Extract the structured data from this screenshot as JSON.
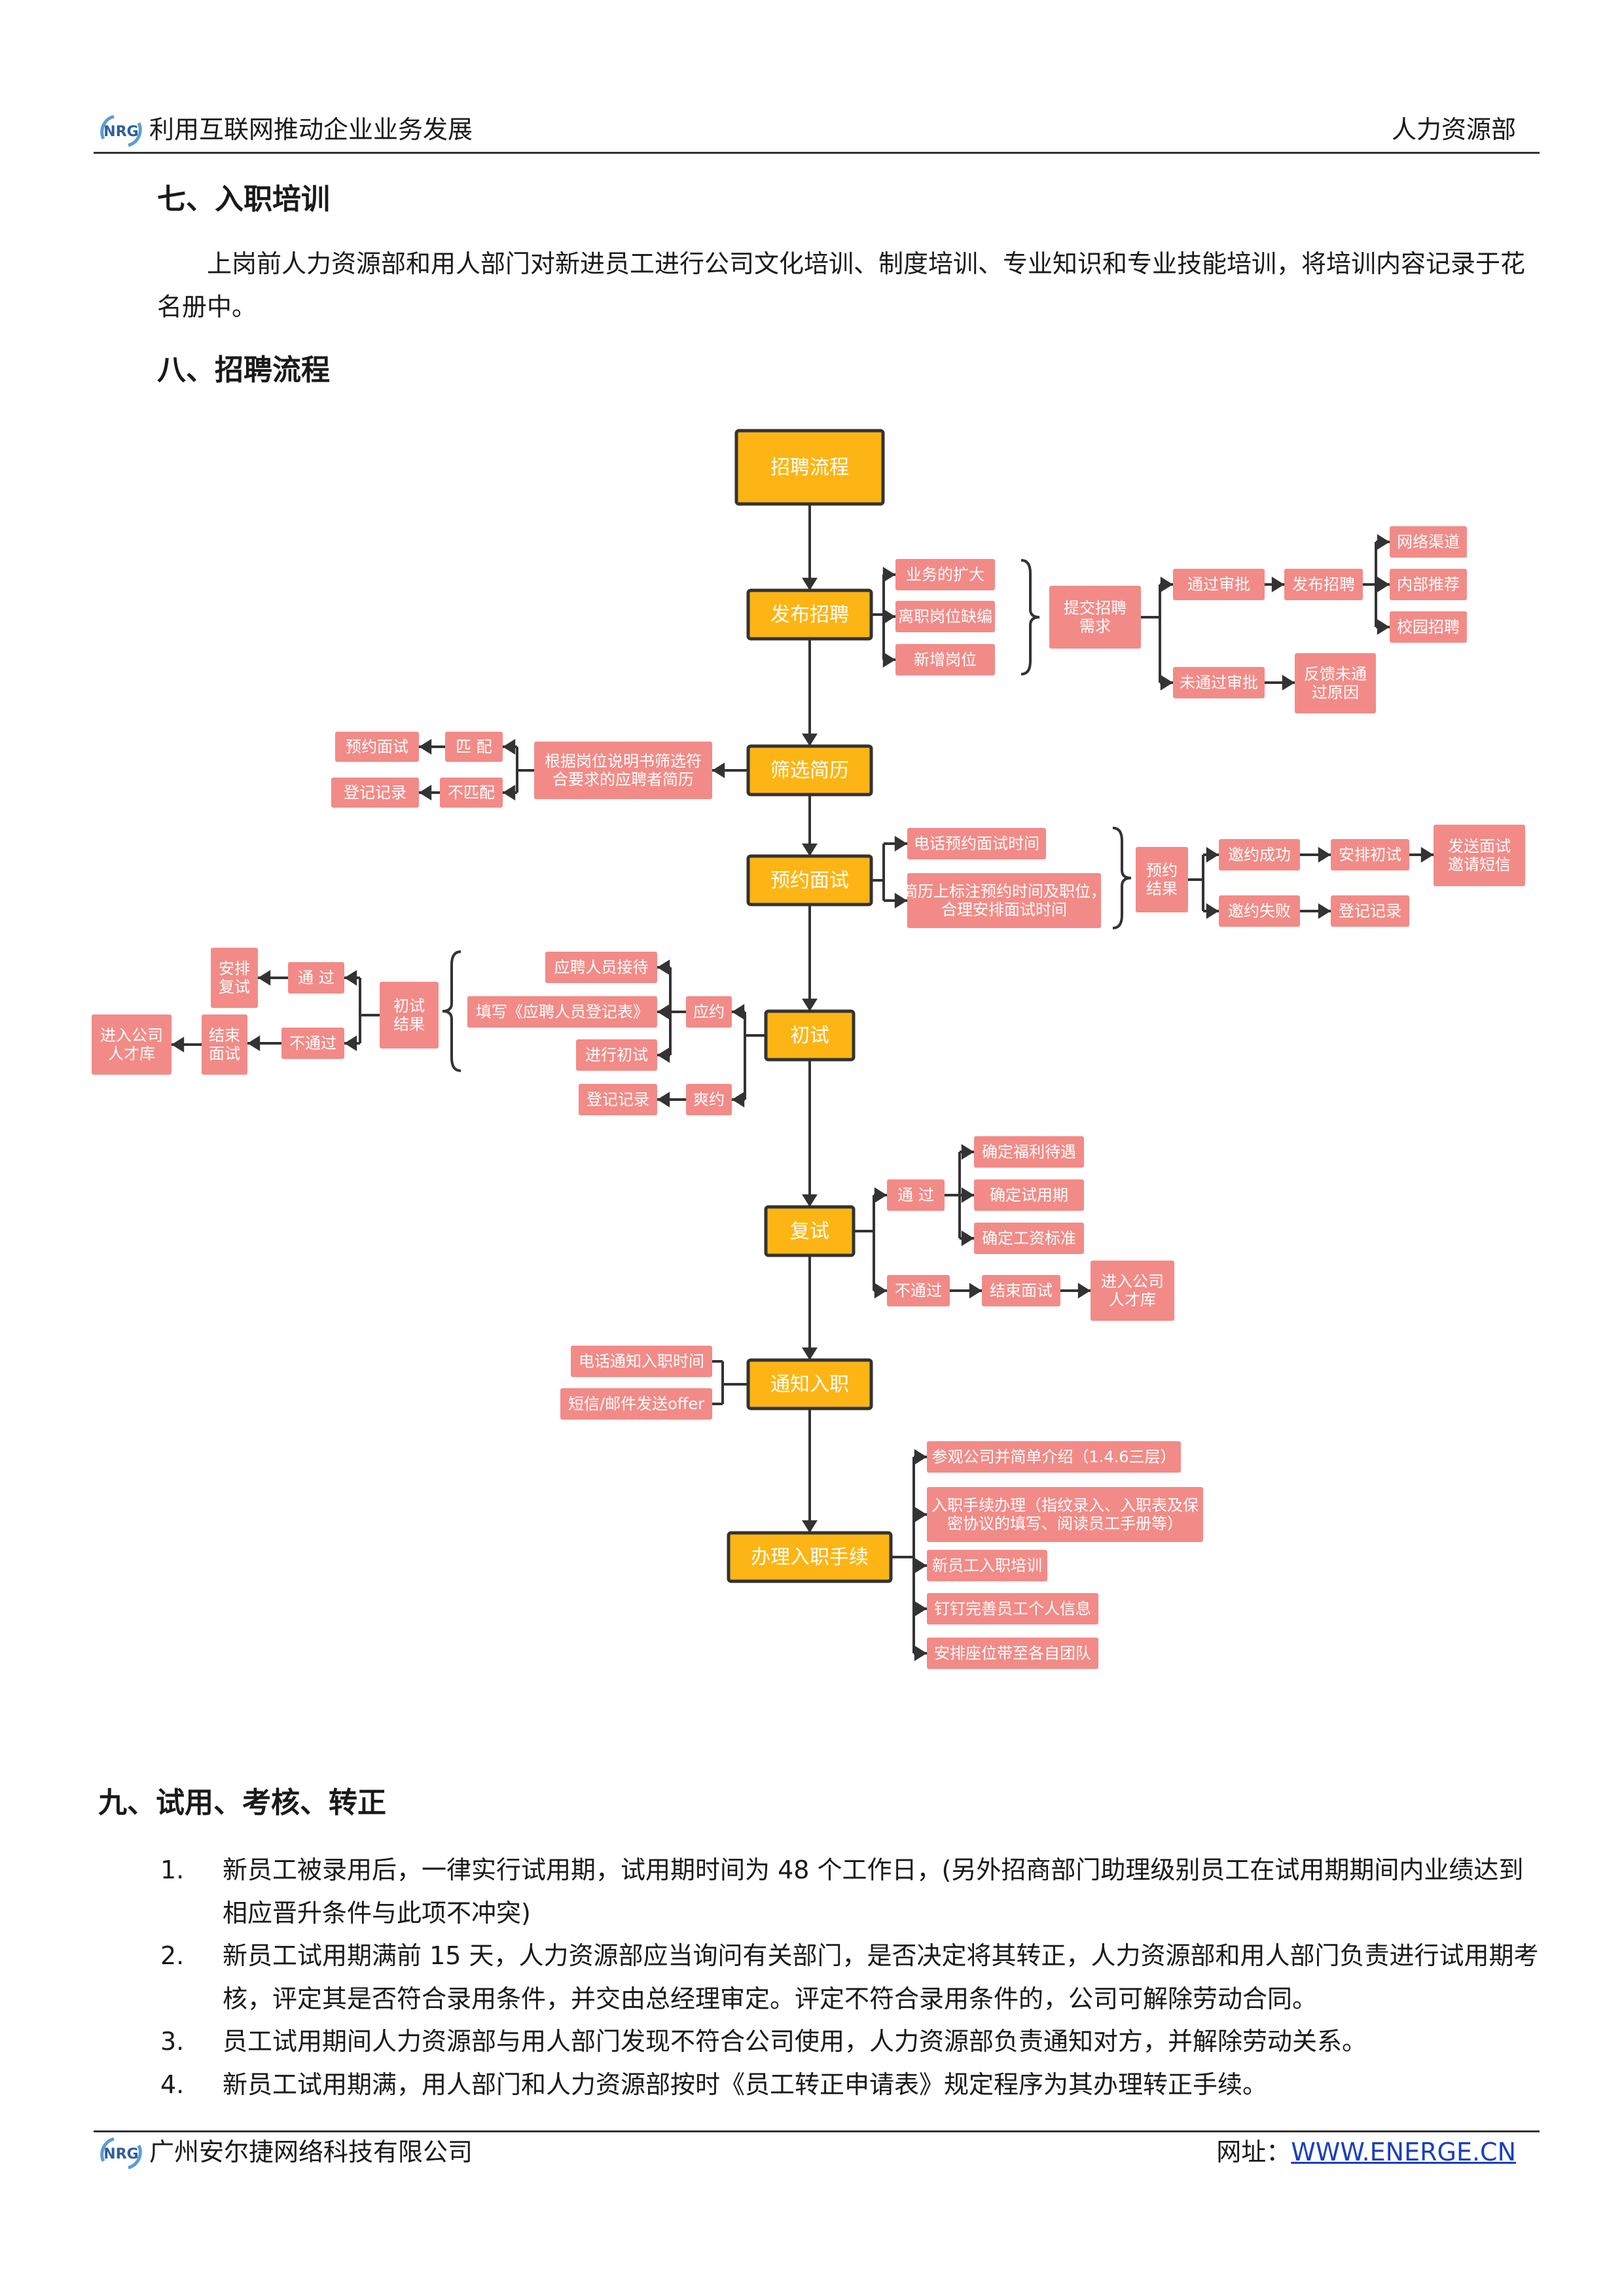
{
  "header": {
    "title": "利用互联网推动企业业务发展",
    "department": "人力资源部"
  },
  "section7": {
    "title": "七、入职培训",
    "body": "上岗前人力资源部和用人部门对新进员工进行公司文化培训、制度培训、专业知识和专业技能培训，将培训内容记录于花名册中。"
  },
  "section8": {
    "title": "八、招聘流程"
  },
  "flow": {
    "main": {
      "root": "招聘流程",
      "publish": "发布招聘",
      "screen": "筛选简历",
      "appoint": "预约面试",
      "first": "初试",
      "second": "复试",
      "notify": "通知入职",
      "onboard": "办理入职手续"
    },
    "publish": {
      "reasons": [
        "业务的扩大",
        "离职岗位缺编",
        "新增岗位"
      ],
      "submit": "提交招聘\n需求",
      "approved": "通过审批",
      "post": "发布招聘",
      "channels": [
        "网络渠道",
        "内部推荐",
        "校园招聘"
      ],
      "rejected": "未通过审批",
      "feedback": "反馈未通\n过原因"
    },
    "screen": {
      "criteria": "根据岗位说明书筛选符\n合要求的应聘者简历",
      "match": "匹 配",
      "nomatch": "不匹配",
      "book": "预约面试",
      "record": "登记记录"
    },
    "appoint": {
      "phone": "电话预约面试时间",
      "note": "简历上标注预约时间及职位，\n合理安排面试时间",
      "result": "预约\n结果",
      "success": "邀约成功",
      "arrange": "安排初试",
      "sms": "发送面试\n邀请短信",
      "fail": "邀约失败",
      "record": "登记记录"
    },
    "first": {
      "attend": "应约",
      "absent": "爽约",
      "reception": "应聘人员接待",
      "form": "填写《应聘人员登记表》",
      "conduct": "进行初试",
      "record": "登记记录",
      "result": "初试\n结果",
      "pass": "通 过",
      "arrange_second": "安排\n复试",
      "fail": "不通过",
      "end": "结束\n面试",
      "pool": "进入公司\n人才库"
    },
    "second": {
      "pass": "通 过",
      "welfare": "确定福利待遇",
      "probation": "确定试用期",
      "salary": "确定工资标准",
      "fail": "不通过",
      "end": "结束面试",
      "pool": "进入公司\n人才库"
    },
    "notify": {
      "phone": "电话通知入职时间",
      "offer": "短信/邮件发送offer"
    },
    "onboard": {
      "steps": [
        "参观公司并简单介绍（1.4.6三层）",
        "入职手续办理（指纹录入、入职表及保\n密协议的填写、阅读员工手册等）",
        "新员工入职培训",
        "钉钉完善员工个人信息",
        "安排座位带至各自团队"
      ]
    }
  },
  "section9": {
    "title": "九、试用、考核、转正",
    "items": [
      {
        "num": "1.",
        "text": "新员工被录用后，一律实行试用期，试用期时间为 48 个工作日，(另外招商部门助理级别员工在试用期期间内业绩达到相应晋升条件与此项不冲突)"
      },
      {
        "num": "2.",
        "text": "新员工试用期满前 15 天，人力资源部应当询问有关部门，是否决定将其转正，人力资源部和用人部门负责进行试用期考核，评定其是否符合录用条件，并交由总经理审定。评定不符合录用条件的，公司可解除劳动合同。"
      },
      {
        "num": "3.",
        "text": "员工试用期间人力资源部与用人部门发现不符合公司使用，人力资源部负责通知对方，并解除劳动关系。"
      },
      {
        "num": "4.",
        "text": "新员工试用期满，用人部门和人力资源部按时《员工转正申请表》规定程序为其办理转正手续。"
      }
    ]
  },
  "footer": {
    "company": "广州安尔捷网络科技有限公司",
    "url_label": "网址：",
    "url": "WWW.ENERGE.CN"
  }
}
